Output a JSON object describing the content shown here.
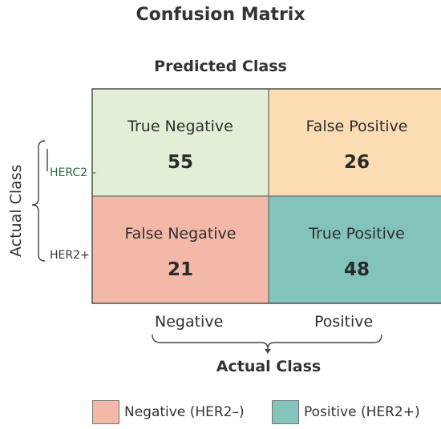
{
  "chart_data": {
    "type": "heatmap",
    "title": "Confusion Matrix",
    "x_axis_label": "Predicted Class",
    "y_axis_label": "Actual Class",
    "bottom_axis_label": "Actual Class",
    "x_tick_labels": [
      "Negative",
      "Positive"
    ],
    "y_tick_labels": [
      "HERC2 –",
      "HER2+"
    ],
    "cells": [
      {
        "row": 0,
        "col": 0,
        "label": "True Negative",
        "value": 55,
        "color": "#e2efd6"
      },
      {
        "row": 0,
        "col": 1,
        "label": "False Positive",
        "value": 26,
        "color": "#fbdcb3"
      },
      {
        "row": 1,
        "col": 0,
        "label": "False Negative",
        "value": 21,
        "color": "#f4b8a8"
      },
      {
        "row": 1,
        "col": 1,
        "label": "True Positive",
        "value": 48,
        "color": "#82c3bb"
      }
    ],
    "legend": [
      {
        "label": "Negative (HER2–)",
        "color": "#f4b8a8"
      },
      {
        "label": "Positive (HER2+)",
        "color": "#82c3bb"
      }
    ]
  }
}
